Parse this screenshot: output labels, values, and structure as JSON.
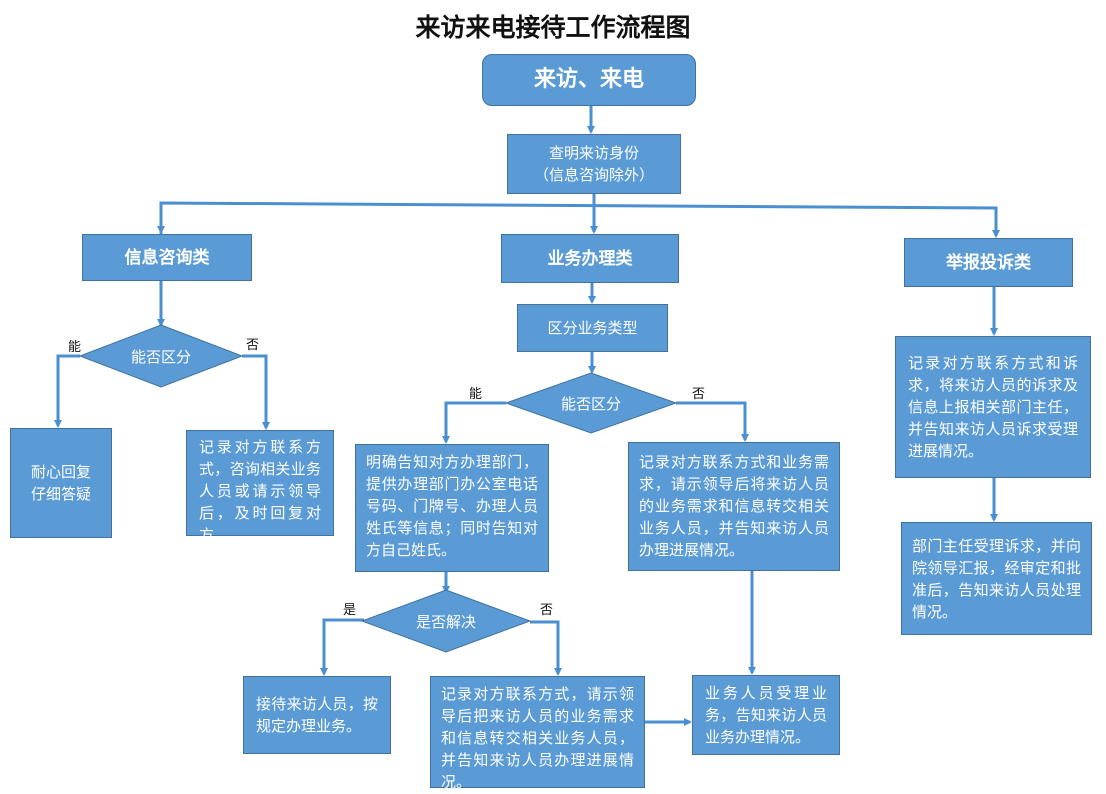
{
  "title": "来访来电接待工作流程图",
  "start": "来访、来电",
  "verify": "查明来访身份\n（信息咨询除外）",
  "categories": {
    "info": "信息咨询类",
    "business": "业务办理类",
    "report": "举报投诉类"
  },
  "info_branch": {
    "decision": "能否区分",
    "yes_label": "能",
    "no_label": "否",
    "yes_box": "耐心回复\n仔细答疑",
    "no_box": "记录对方联系方式，咨询相关业务人员或请示领导后，及时回复对方。"
  },
  "business_branch": {
    "classify": "区分业务类型",
    "decision": "能否区分",
    "yes_label": "能",
    "no_label": "否",
    "yes_box": "明确告知对方办理部门，提供办理部门办公室电话号码、门牌号、办理人员姓氏等信息；同时告知对方自己姓氏。",
    "no_box": "记录对方联系方式和业务需求，请示领导后将来访人员的业务需求和信息转交相关业务人员，并告知来访人员办理进展情况。",
    "decision2": "是否解决",
    "yes2_label": "是",
    "no2_label": "否",
    "yes2_box": "接待来访人员，按规定办理业务。",
    "no2_box": "记录对方联系方式，请示领导后把来访人员的业务需求和信息转交相关业务人员，并告知来访人员办理进展情况。",
    "final_box": "业务人员受理业务，告知来访人员业务办理情况。"
  },
  "report_branch": {
    "box1": "记录对方联系方式和诉求，将来访人员的诉求及信息上报相关部门主任，并告知来访人员诉求受理进展情况。",
    "box2": "部门主任受理诉求，并向院领导汇报，经审定和批准后，告知来访人员处理情况。"
  },
  "colors": {
    "box_fill": "#5b9bd5",
    "box_border": "#41719c",
    "line": "#4a8fd0"
  }
}
